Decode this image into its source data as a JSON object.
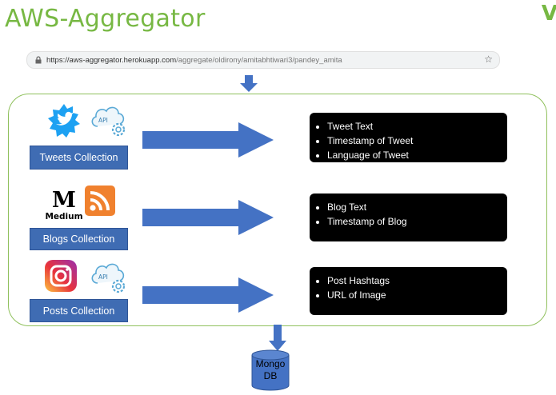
{
  "title": "AWS-Aggregator",
  "url_bar": {
    "host": "https://aws-aggregator.herokuapp.com",
    "path": "/aggregate/oldirony/amitabhtiwari3/pandey_amita",
    "lock_icon": "lock-icon",
    "star_icon": "star-icon"
  },
  "rows": [
    {
      "label": "Tweets Collection",
      "icons": [
        "twitter-icon",
        "api-cloud-gear-icon"
      ],
      "items": [
        "Tweet Text",
        "Timestamp of Tweet",
        "Language of Tweet"
      ]
    },
    {
      "label": "Blogs Collection",
      "icons": [
        "medium-icon",
        "rss-icon"
      ],
      "medium_text": "Medium",
      "items": [
        "Blog Text",
        "Timestamp of Blog"
      ]
    },
    {
      "label": "Posts Collection",
      "icons": [
        "instagram-icon",
        "api-cloud-gear-icon"
      ],
      "items": [
        "Post Hashtags",
        "URL of Image"
      ]
    }
  ],
  "api_text": "API",
  "medium_letter": "M",
  "database": {
    "line1": "Mongo",
    "line2": "DB",
    "icon": "database-cylinder-icon"
  },
  "colors": {
    "title": "#77b843",
    "container_border": "#8fc05c",
    "label_bg": "#3f6cb3",
    "arrow": "#4472c4",
    "info_bg": "#000000"
  }
}
